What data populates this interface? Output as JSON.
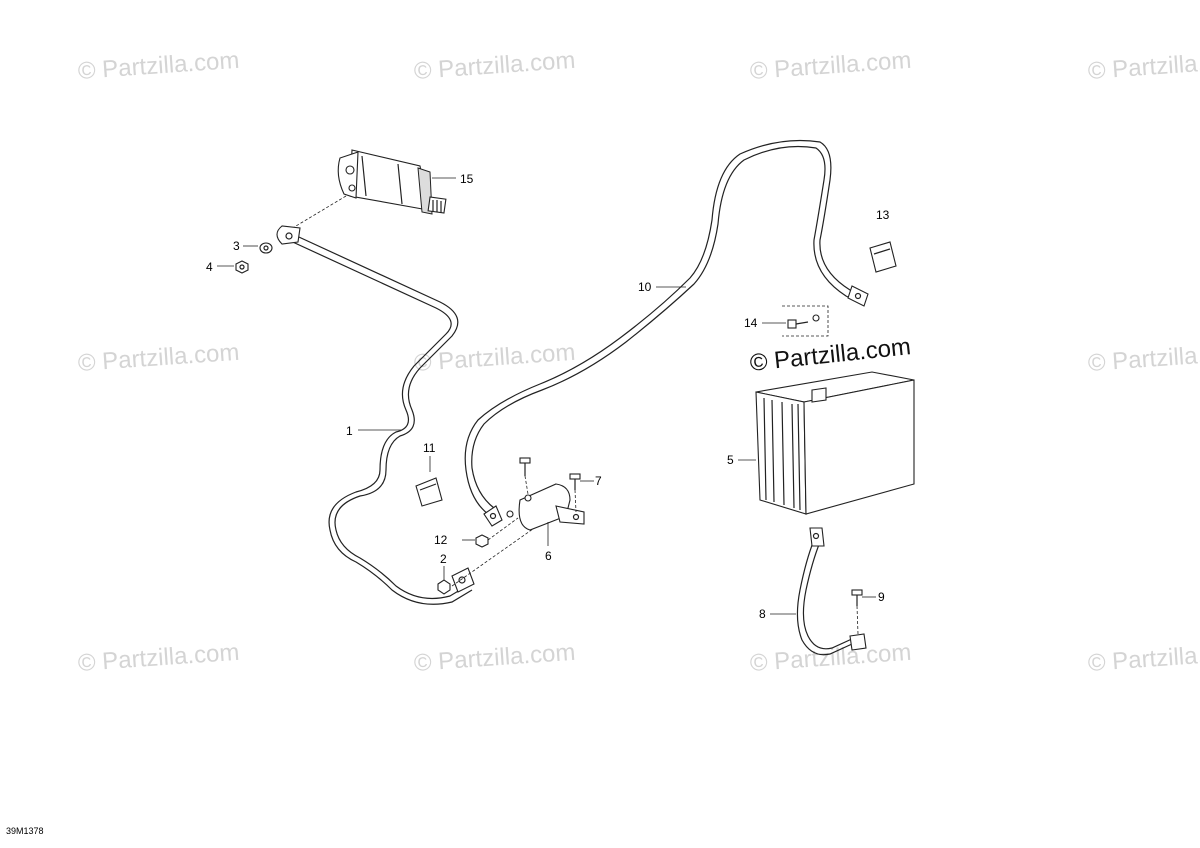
{
  "watermark": {
    "text": "© Partzilla.com",
    "main_text": "© Partzilla.com"
  },
  "diagram_code": "39M1378",
  "callouts": [
    {
      "id": "1",
      "label": "1",
      "part": "starter-cable"
    },
    {
      "id": "2",
      "label": "2",
      "part": "nut"
    },
    {
      "id": "3",
      "label": "3",
      "part": "washer"
    },
    {
      "id": "4",
      "label": "4",
      "part": "nut"
    },
    {
      "id": "5",
      "label": "5",
      "part": "battery"
    },
    {
      "id": "6",
      "label": "6",
      "part": "solenoid"
    },
    {
      "id": "7",
      "label": "7",
      "part": "screw"
    },
    {
      "id": "8",
      "label": "8",
      "part": "ground-cable"
    },
    {
      "id": "9",
      "label": "9",
      "part": "screw"
    },
    {
      "id": "10",
      "label": "10",
      "part": "battery-cable"
    },
    {
      "id": "11",
      "label": "11",
      "part": "protector-cap"
    },
    {
      "id": "12",
      "label": "12",
      "part": "nut"
    },
    {
      "id": "13",
      "label": "13",
      "part": "protector-cap"
    },
    {
      "id": "14",
      "label": "14",
      "part": "screw-kit"
    },
    {
      "id": "15",
      "label": "15",
      "part": "starter-motor"
    }
  ]
}
